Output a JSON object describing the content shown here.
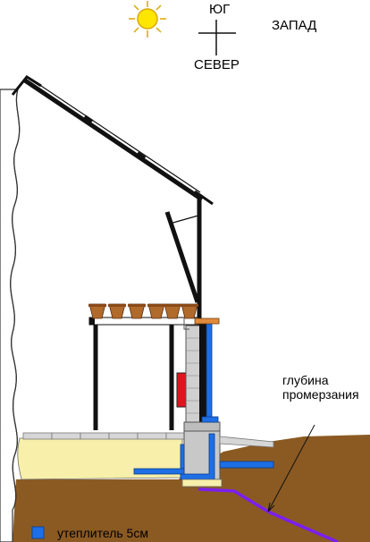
{
  "compass": {
    "south": "ЮГ",
    "north": "СЕВЕР",
    "west": "ЗАПАД"
  },
  "annotation": {
    "freeze_depth": "глубина промерзания"
  },
  "legend": {
    "insulation_label": "утеплитель 5см",
    "insulation_color": "#1e6fe6"
  },
  "colors": {
    "ground": "#8b5a23",
    "sand": "#f7efaa",
    "frost_line": "#7b1ff0",
    "pots": "#b06a2c",
    "heater": "#e0141c",
    "walls": "#1a1a1a",
    "sun": "#ffe600"
  },
  "icons": [
    "sun-icon",
    "compass-cross-icon",
    "flower-pot-icon"
  ]
}
